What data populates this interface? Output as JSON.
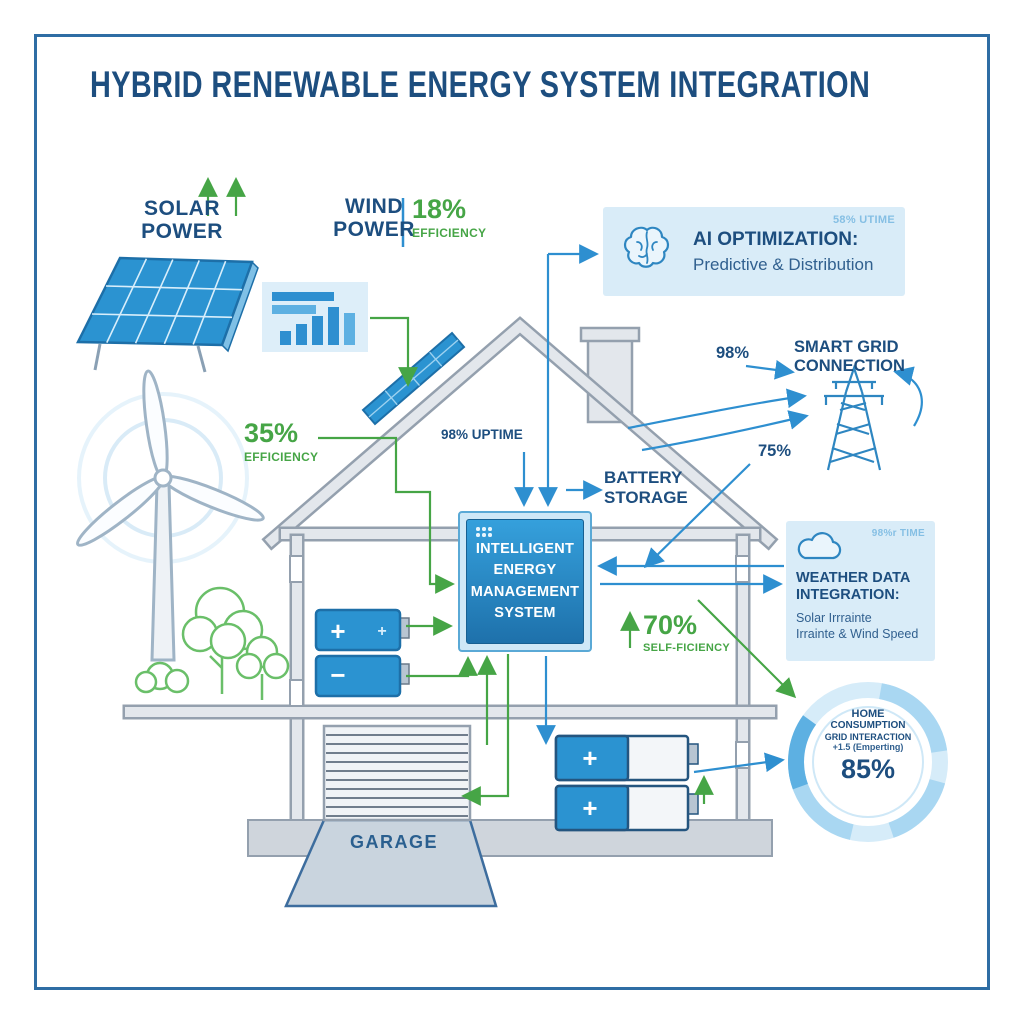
{
  "title": "HYBRID RENEWABLE ENERGY SYSTEM INTEGRATION",
  "solar": {
    "line1": "SOLAR",
    "line2": "POWER"
  },
  "wind": {
    "line1": "WIND",
    "line2": "POWER",
    "value": "18%",
    "label": "EFFICIENCY"
  },
  "turbine_efficiency": {
    "value": "35%",
    "label": "EFFICIENCY"
  },
  "ai_box": {
    "badge": "58% UTIME",
    "title": "AI OPTIMIZATION:",
    "subtitle": "Predictive & Distribution"
  },
  "smart_grid": {
    "value": "98%",
    "line1": "SMART GRID",
    "line2": "CONNECTION"
  },
  "ems": {
    "uptime": "98% UPTIME",
    "line1": "INTELLIGENT",
    "line2": "ENERGY",
    "line3": "MANAGEMENT",
    "line4": "SYSTEM"
  },
  "battery_storage": {
    "line1": "BATTERY",
    "line2": "STORAGE"
  },
  "grid_interaction_value": "75%",
  "weather_box": {
    "badge": "98%r TIME",
    "title1": "WEATHER DATA",
    "title2": "INTEGRATION:",
    "sub1": "Solar Irrrainte",
    "sub2": "Irrainte & Wind Speed"
  },
  "self_sufficiency": {
    "value": "70%",
    "label": "SELF-FICIENCY"
  },
  "gauge": {
    "line1": "HOME",
    "line2": "CONSUMPTION",
    "line3": "GRID INTERACTION",
    "line4": "+1.5 (Emperting)",
    "value": "85%"
  },
  "garage_label": "GARAGE",
  "battery": {
    "plus": "+",
    "minus": "−"
  },
  "colors": {
    "navy": "#1d4e7f",
    "blue": "#2e8fd0",
    "green": "#46a546",
    "light_blue": "#d9ecf8",
    "house_gray": "#94a0ae"
  }
}
